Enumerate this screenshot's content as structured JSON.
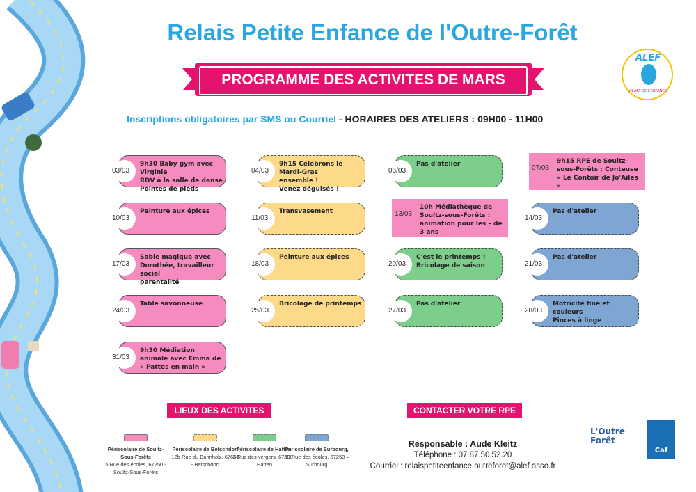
{
  "header": {
    "title": "Relais Petite Enfance de l'Outre-Forêt",
    "banner": "PROGRAMME DES ACTIVITES DE MARS",
    "sub_a": "Inscriptions obligatoires par SMS ou Courriel",
    "sub_dash": " - ",
    "sub_b": "HORAIRES DES ATELIERS : 09H00 - 11H00"
  },
  "logo": {
    "alef": "ALEF",
    "alef_sub": "UN ART DE L'ENFANCE"
  },
  "cards": [
    {
      "date": "03/03",
      "text": "9h30 Baby gym avec Virginie\nRDV à la salle de danse\nPointes de pieds"
    },
    {
      "date": "04/03",
      "text": "9h15 Célébrons le Mardi-Gras\nensemble !\nVenez déguisés !"
    },
    {
      "date": "06/03",
      "text": "Pas d'atelier"
    },
    {
      "date": "07/03",
      "text": "9h15 RPE de Soultz-sous-Forêts : Conteuse\n« Le Contoir de Jo'Ailes »"
    },
    {
      "date": "10/03",
      "text": "Peinture aux épices"
    },
    {
      "date": "11/03",
      "text": "Transvasement"
    },
    {
      "date": "13/03",
      "text": "10h Médiathèque de Soultz-sous-Forêts : animation pour les – de 3 ans"
    },
    {
      "date": "14/03",
      "text": "Pas d'atelier"
    },
    {
      "date": "17/03",
      "text": "Sable magique avec\nDorothée, travailleur social\nparentalité"
    },
    {
      "date": "18/03",
      "text": "Peinture aux épices"
    },
    {
      "date": "20/03",
      "text": "C'est le printemps !\nBricolage de saison"
    },
    {
      "date": "21/03",
      "text": "Pas d'atelier"
    },
    {
      "date": "24/03",
      "text": "Table savonneuse"
    },
    {
      "date": "25/03",
      "text": "Bricolage de printemps"
    },
    {
      "date": "27/03",
      "text": "Pas d'atelier"
    },
    {
      "date": "28/03",
      "text": "Motricité fine et couleurs\nPinces à linge"
    },
    {
      "date": "31/03",
      "text": "9h30 Médiation animale avec Emma de « Pattes en main »"
    }
  ],
  "lieux": {
    "title": "LIEUX DES ACTIVITES",
    "items": [
      {
        "name": "Périscolaire de Soultz-Sous-Forêts",
        "addr": "5 Rue des écoles, 67250 - Soultz-Sous-Forêts",
        "color": "#f68bbf"
      },
      {
        "name": "Périscolaire de Betschdorf",
        "addr": "12b Rue du Bannholz, 67660 - Betschdorf",
        "color": "#fdd98a"
      },
      {
        "name": "Périscolaire de Hatten,",
        "addr": "3 Rue des vergers, 67690 - Hatten",
        "color": "#7dce8b"
      },
      {
        "name": "Périscolaire de Surbourg,",
        "addr": "20 Rue des écoles, 67250 – Surbourg",
        "color": "#7fa6d3"
      }
    ]
  },
  "contact": {
    "title": "CONTACTER VOTRE RPE",
    "responsable": "Responsable : Aude Kleitz",
    "telephone": "Téléphone : 07.87.50.52.20",
    "courriel": "Courriel : relaispetiteenfance.outreforet@alef.asso.fr"
  },
  "partners": {
    "outreforet": "L'Outre Forêt",
    "caf": "Caf"
  }
}
